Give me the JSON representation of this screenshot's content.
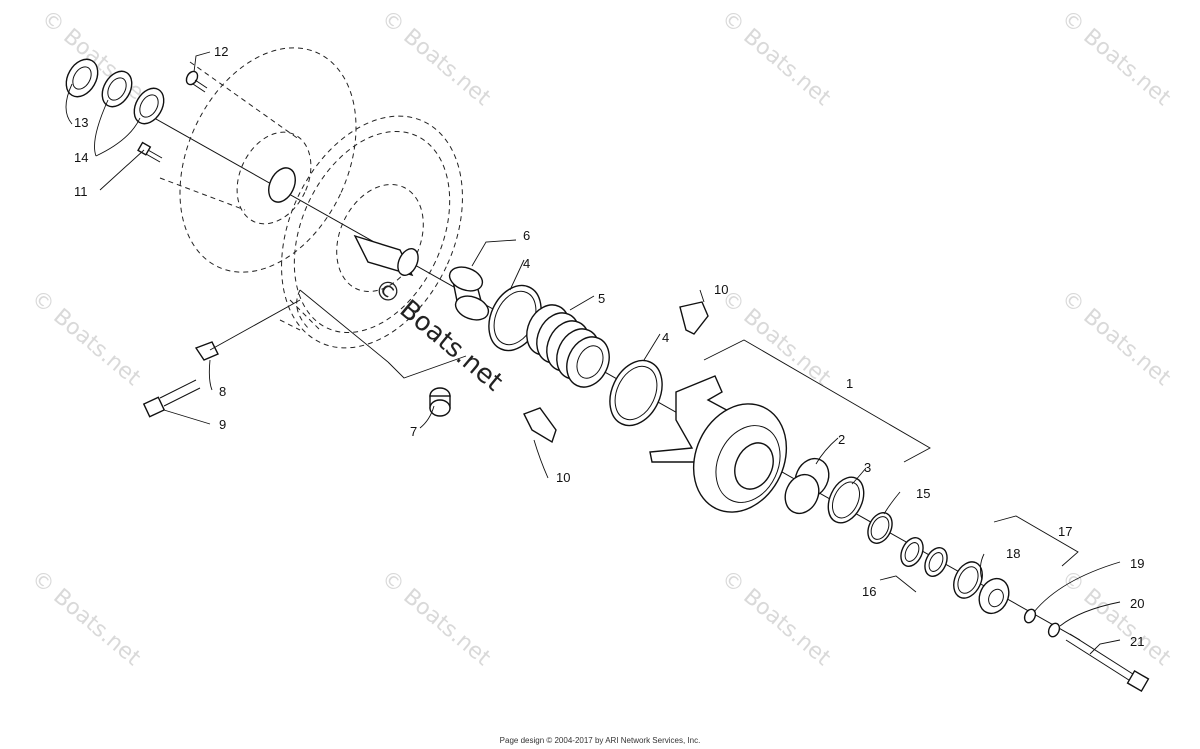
{
  "watermark": "© Boats.net",
  "footer": "Page design © 2004-2017 by ARI Network Services, Inc.",
  "callouts": {
    "c1": "1",
    "c2": "2",
    "c3": "3",
    "c4a": "4",
    "c4b": "4",
    "c5": "5",
    "c6": "6",
    "c7": "7",
    "c8": "8",
    "c9": "9",
    "c10a": "10",
    "c10b": "10",
    "c11": "11",
    "c12": "12",
    "c13": "13",
    "c14": "14",
    "c15": "15",
    "c16": "16",
    "c17": "17",
    "c18": "18",
    "c19": "19",
    "c20": "20",
    "c21": "21"
  }
}
